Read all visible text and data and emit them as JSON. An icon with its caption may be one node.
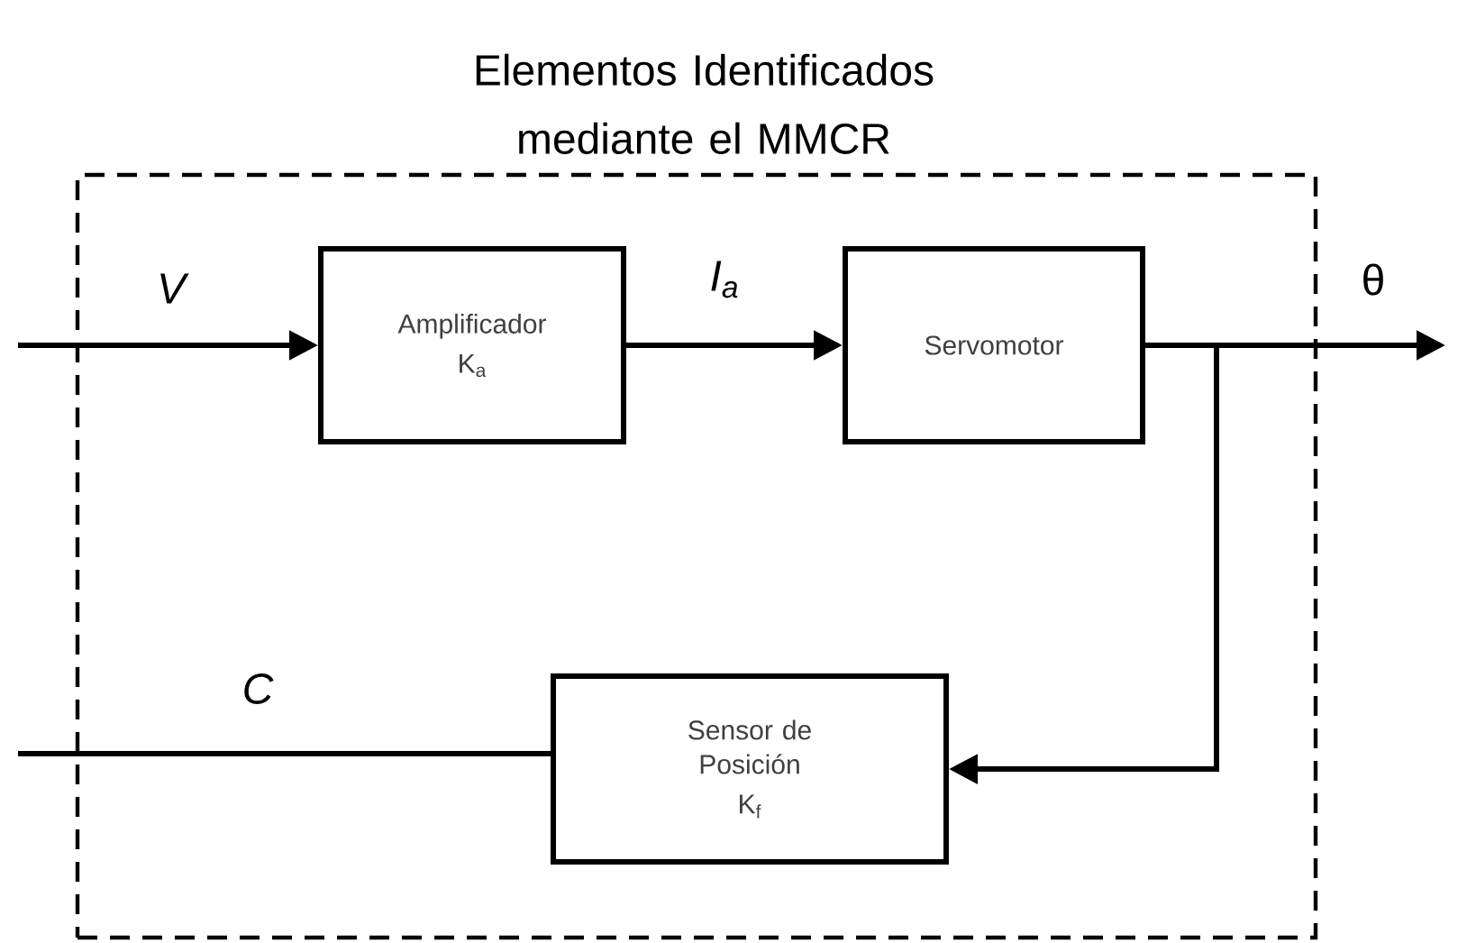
{
  "diagram": {
    "nodes": [
      {
        "text": [
          "Elementos Identificados mediante el MMCR"
        ]
      },
      {
        "text": [
          "Amplificador",
          "K$_{a}$"
        ],
        "in": 0
      },
      {
        "text": [
          "Servomotor"
        ],
        "in": 0
      },
      {
        "text": [
          "Sensor de Posición",
          "K$_{f}$"
        ],
        "in": 0
      }
    ],
    "edges": [
      {
        "from": null,
        "to": 1,
        "arrow": "to",
        "label": "V"
      },
      {
        "from": 1,
        "to": 2,
        "arrow": "to",
        "label": "I$_{a}$"
      },
      {
        "from": 2,
        "to": null,
        "arrow": "to",
        "label": "θ"
      },
      {
        "from": 2,
        "to": 3,
        "arrow": "to"
      },
      {
        "from": 3,
        "to": null,
        "arrow": "none",
        "label": "C"
      }
    ]
  }
}
